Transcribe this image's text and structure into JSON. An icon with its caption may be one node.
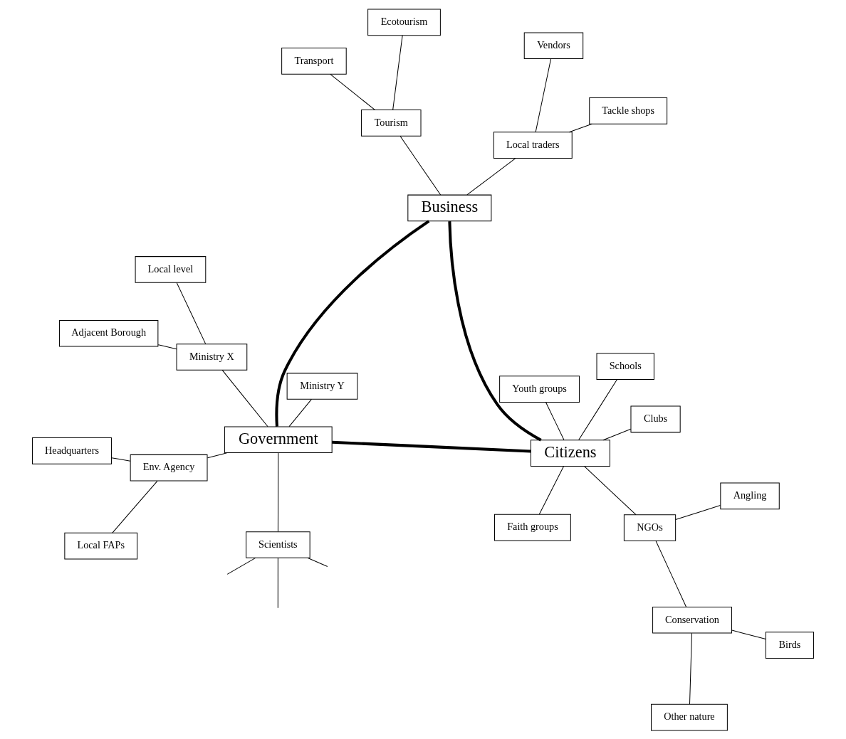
{
  "diagram": {
    "nodes": [
      {
        "text": [
          "Government"
        ]
      },
      {
        "text": [
          "Env. Agency"
        ]
      },
      {
        "text": [
          "Local FAPs"
        ]
      },
      {
        "text": [
          "Headquarters"
        ]
      },
      {
        "text": [
          "Ministry X"
        ]
      },
      {
        "text": [
          "Local level"
        ]
      },
      {
        "text": [
          "Adjacent Borough"
        ]
      },
      {
        "text": [
          "Ministry Y"
        ]
      },
      {
        "text": [
          "Scientists"
        ]
      },
      {
        "text": [
          "Business"
        ]
      },
      {
        "text": [
          "Local traders"
        ]
      },
      {
        "text": [
          "Tackle shops"
        ]
      },
      {
        "text": [
          "Vendors"
        ]
      },
      {
        "text": [
          "Tourism"
        ]
      },
      {
        "text": [
          "Transport"
        ]
      },
      {
        "text": [
          "Ecotourism"
        ]
      },
      {
        "text": [
          "Citizens"
        ]
      },
      {
        "text": [
          "Faith groups"
        ]
      },
      {
        "text": [
          "Schools"
        ]
      },
      {
        "text": [
          "Youth groups"
        ]
      },
      {
        "text": [
          "Clubs"
        ]
      },
      {
        "text": [
          "NGOs"
        ]
      },
      {
        "text": [
          "Angling"
        ]
      },
      {
        "text": [
          "Conservation"
        ]
      },
      {
        "text": [
          "Birds"
        ]
      },
      {
        "text": [
          "Other nature"
        ]
      }
    ],
    "edges": [
      {
        "from": 0,
        "to": 9,
        "arrow": "none",
        "style": "thick"
      },
      {
        "from": 9,
        "to": 16,
        "arrow": "none",
        "style": "thick"
      },
      {
        "from": 16,
        "to": 0,
        "arrow": "none",
        "style": "thick"
      },
      {
        "from": 0,
        "to": 1,
        "arrow": "none"
      },
      {
        "from": 1,
        "to": 2,
        "arrow": "none"
      },
      {
        "from": 1,
        "to": 3,
        "arrow": "none"
      },
      {
        "from": 0,
        "to": 4,
        "arrow": "none"
      },
      {
        "from": 4,
        "to": 5,
        "arrow": "none"
      },
      {
        "from": 4,
        "to": 6,
        "arrow": "none"
      },
      {
        "from": 0,
        "to": 7,
        "arrow": "none"
      },
      {
        "from": 0,
        "to": 8,
        "arrow": "none"
      },
      {
        "from": 8,
        "to": null,
        "arrow": "none"
      },
      {
        "from": 8,
        "to": null,
        "arrow": "none"
      },
      {
        "from": 8,
        "to": null,
        "arrow": "none"
      },
      {
        "from": 9,
        "to": 10,
        "arrow": "none"
      },
      {
        "from": 10,
        "to": 11,
        "arrow": "none"
      },
      {
        "from": 10,
        "to": 12,
        "arrow": "none"
      },
      {
        "from": 9,
        "to": 13,
        "arrow": "none"
      },
      {
        "from": 13,
        "to": 14,
        "arrow": "none"
      },
      {
        "from": 13,
        "to": 15,
        "arrow": "none"
      },
      {
        "from": 16,
        "to": 17,
        "arrow": "none"
      },
      {
        "from": 16,
        "to": 18,
        "arrow": "none"
      },
      {
        "from": 16,
        "to": 19,
        "arrow": "none"
      },
      {
        "from": 16,
        "to": 20,
        "arrow": "none"
      },
      {
        "from": 16,
        "to": 21,
        "arrow": "none"
      },
      {
        "from": 21,
        "to": 22,
        "arrow": "none"
      },
      {
        "from": 21,
        "to": 23,
        "arrow": "none"
      },
      {
        "from": 23,
        "to": 24,
        "arrow": "none"
      },
      {
        "from": 23,
        "to": 25,
        "arrow": "none"
      }
    ]
  }
}
